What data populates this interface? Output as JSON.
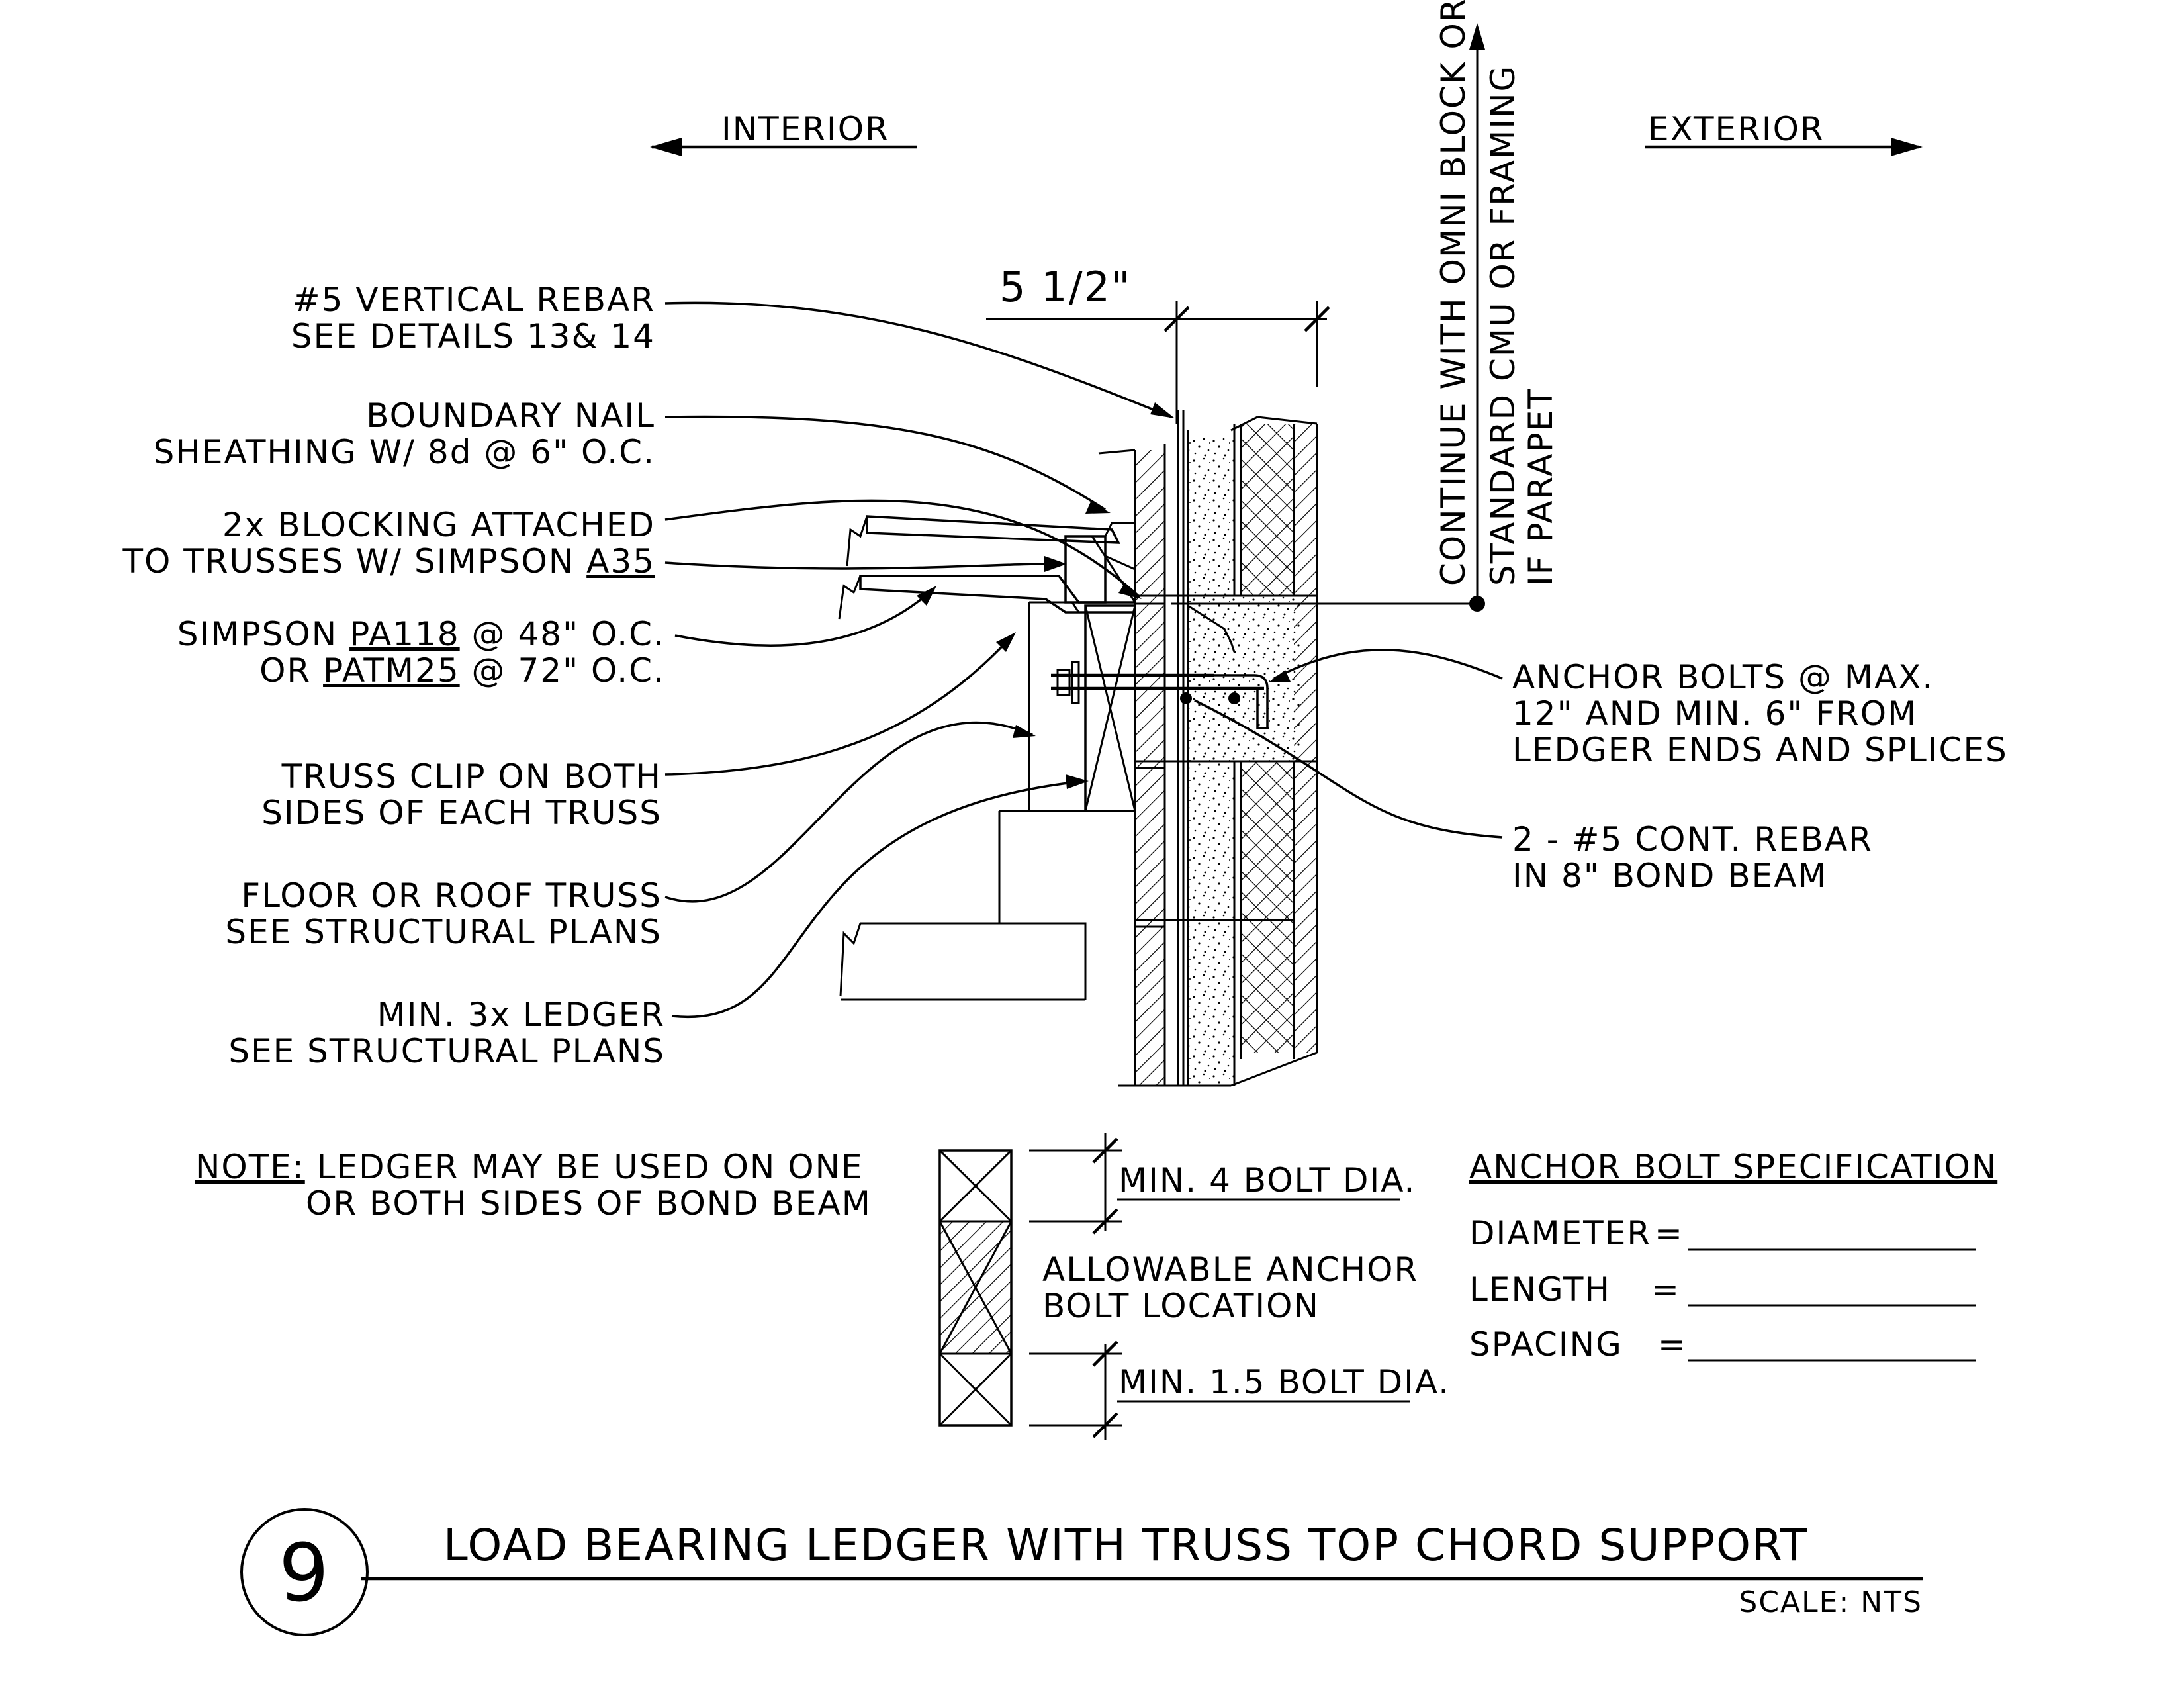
{
  "directions": {
    "interior": "INTERIOR",
    "exterior": "EXTERIOR"
  },
  "dimension": {
    "wall_thickness": "5 1/2\""
  },
  "continue_note": [
    "CONTINUE WITH OMNI BLOCK OR",
    "STANDARD CMU OR FRAMING",
    "IF PARAPET"
  ],
  "left_callouts": {
    "vertical_rebar": [
      "#5  VERTICAL REBAR",
      "SEE DETAILS 13& 14"
    ],
    "boundary_nail": [
      "BOUNDARY NAIL",
      "SHEATHING W/ 8d @ 6\" O.C."
    ],
    "blocking": {
      "line1": "2x BLOCKING ATTACHED",
      "line2_prefix": "TO TRUSSES W/ SIMPSON ",
      "line2_link": "A35"
    },
    "simpson_strap": {
      "l1_prefix": "SIMPSON ",
      "l1_link": "PA118",
      "l1_suffix": " @ 48\" O.C.",
      "l2_prefix": "OR ",
      "l2_link": "PATM25",
      "l2_suffix": " @ 72\" O.C."
    },
    "truss_clip": [
      "TRUSS CLIP ON BOTH",
      "SIDES OF EACH TRUSS"
    ],
    "truss": [
      "FLOOR OR ROOF TRUSS",
      "SEE STRUCTURAL PLANS"
    ],
    "ledger": [
      "MIN. 3x LEDGER",
      "SEE STRUCTURAL PLANS"
    ]
  },
  "right_callouts": {
    "anchor_bolts": [
      "ANCHOR BOLTS @ MAX.",
      "12\" AND MIN. 6\" FROM",
      "LEDGER ENDS AND SPLICES"
    ],
    "bond_beam_rebar": [
      "2 - #5  CONT. REBAR",
      "IN 8\" BOND BEAM"
    ]
  },
  "note": {
    "label": "NOTE:",
    "line1": " LEDGER MAY BE USED ON ONE",
    "line2": "OR BOTH SIDES OF BOND BEAM"
  },
  "bolt_location": {
    "min_top": "MIN. 4 BOLT DIA.",
    "allowable": [
      "ALLOWABLE ANCHOR",
      "BOLT LOCATION"
    ],
    "min_bottom": "MIN. 1.5 BOLT DIA."
  },
  "spec": {
    "title": "ANCHOR BOLT SPECIFICATION",
    "rows": [
      {
        "label": "DIAMETER",
        "eq": "="
      },
      {
        "label": "LENGTH",
        "eq": "="
      },
      {
        "label": "SPACING",
        "eq": "="
      }
    ]
  },
  "title_block": {
    "number": "9",
    "title": "LOAD BEARING LEDGER WITH TRUSS TOP CHORD SUPPORT",
    "scale": "SCALE: NTS"
  }
}
